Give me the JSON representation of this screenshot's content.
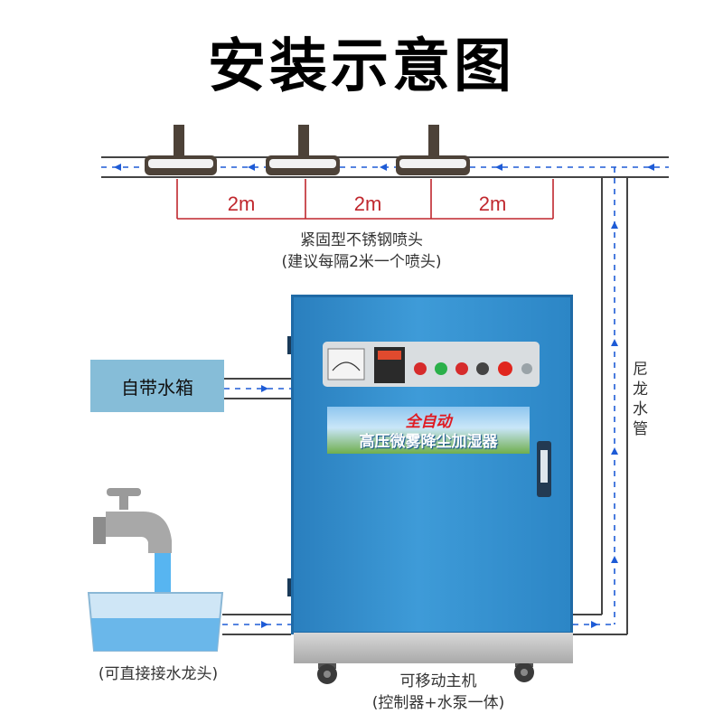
{
  "title": "安装示意图",
  "distances": [
    "2m",
    "2m",
    "2m"
  ],
  "nozzle_caption": {
    "line1": "紧固型不锈钢喷头",
    "line2": "(建议每隔2米一个喷头)"
  },
  "tank_label": "自带水箱",
  "tap_caption": "(可直接接水龙头)",
  "tubing_label": "尼龙水管",
  "machine": {
    "banner_top": "全自动",
    "banner_bottom": "高压微雾降尘加湿器",
    "caption_line1": "可移动主机",
    "caption_line2": "(控制器+水泵一体)"
  },
  "colors": {
    "pipe_flow": "#1e5bd6",
    "dimension": "#c0272d",
    "cabinet": "#3e9bd8",
    "tank": "#86bdd8"
  }
}
